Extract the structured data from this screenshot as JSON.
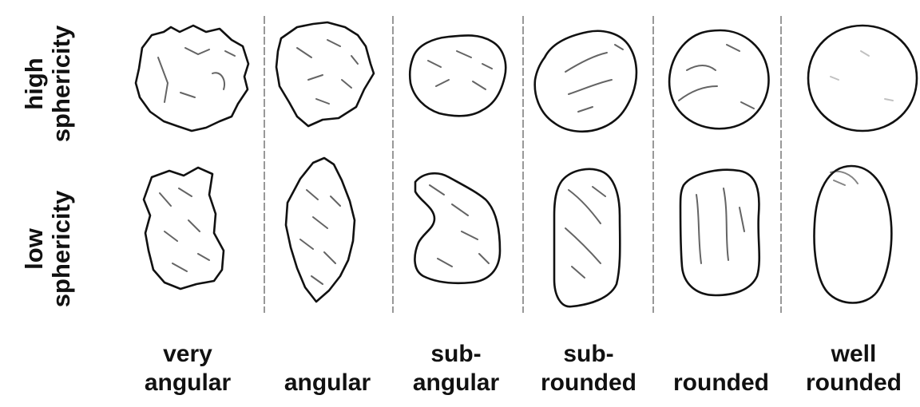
{
  "rows": [
    {
      "line1": "high",
      "line2": "sphericity"
    },
    {
      "line1": "low",
      "line2": "sphericity"
    }
  ],
  "columns": [
    {
      "line1": "very",
      "line2": "angular"
    },
    {
      "line1": "",
      "line2": "angular"
    },
    {
      "line1": "sub-",
      "line2": "angular"
    },
    {
      "line1": "sub-",
      "line2": "rounded"
    },
    {
      "line1": "",
      "line2": "rounded"
    },
    {
      "line1": "well",
      "line2": "rounded"
    }
  ],
  "colors": {
    "ink": "#111111",
    "divider": "#555555",
    "background": "#ffffff"
  }
}
